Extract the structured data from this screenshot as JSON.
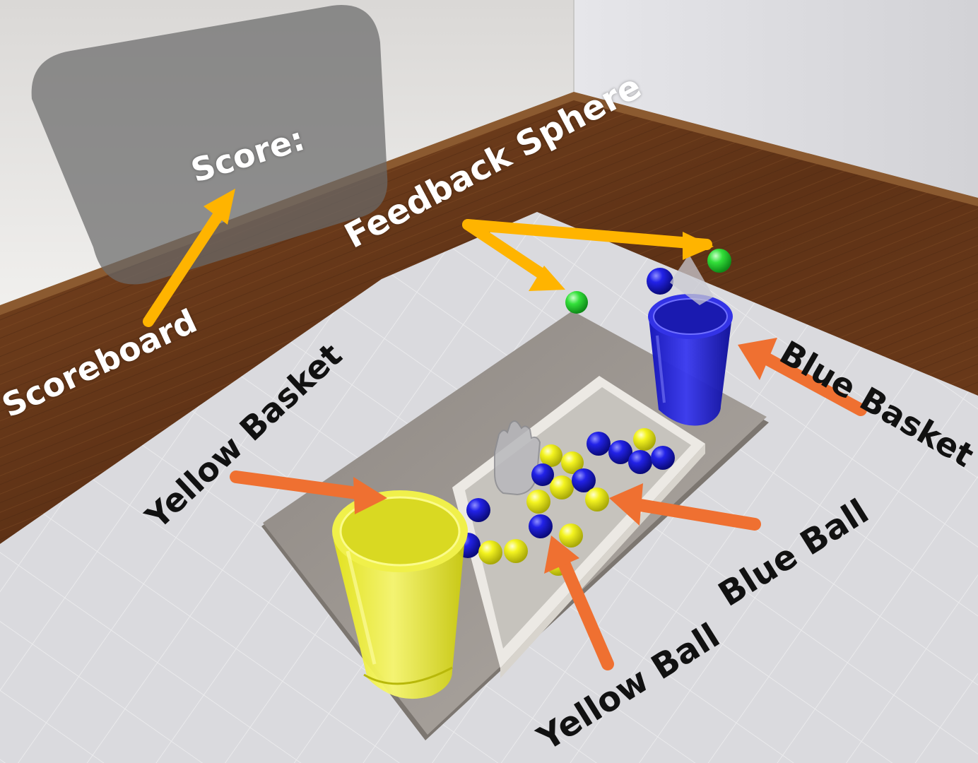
{
  "scoreboard": {
    "text": "Score:"
  },
  "labels": {
    "scoreboard": "Scoreboard",
    "feedback_sphere": "Feedback Sphere",
    "yellow_basket": "Yellow Basket",
    "blue_basket": "Blue Basket",
    "blue_ball": "Blue Ball",
    "yellow_ball": "Yellow Ball"
  },
  "colors": {
    "arrow_annotation": "#ffb400",
    "arrow_pointer": "#ef7031",
    "blue_ball": "#1b1bd6",
    "yellow_ball": "#f4f41c",
    "feedback_sphere": "#2fdc3a",
    "floor_wood": "#6b3a1a",
    "wall": "#e8e8e6",
    "mat": "#d8d8db",
    "tray": "#9b948d"
  }
}
